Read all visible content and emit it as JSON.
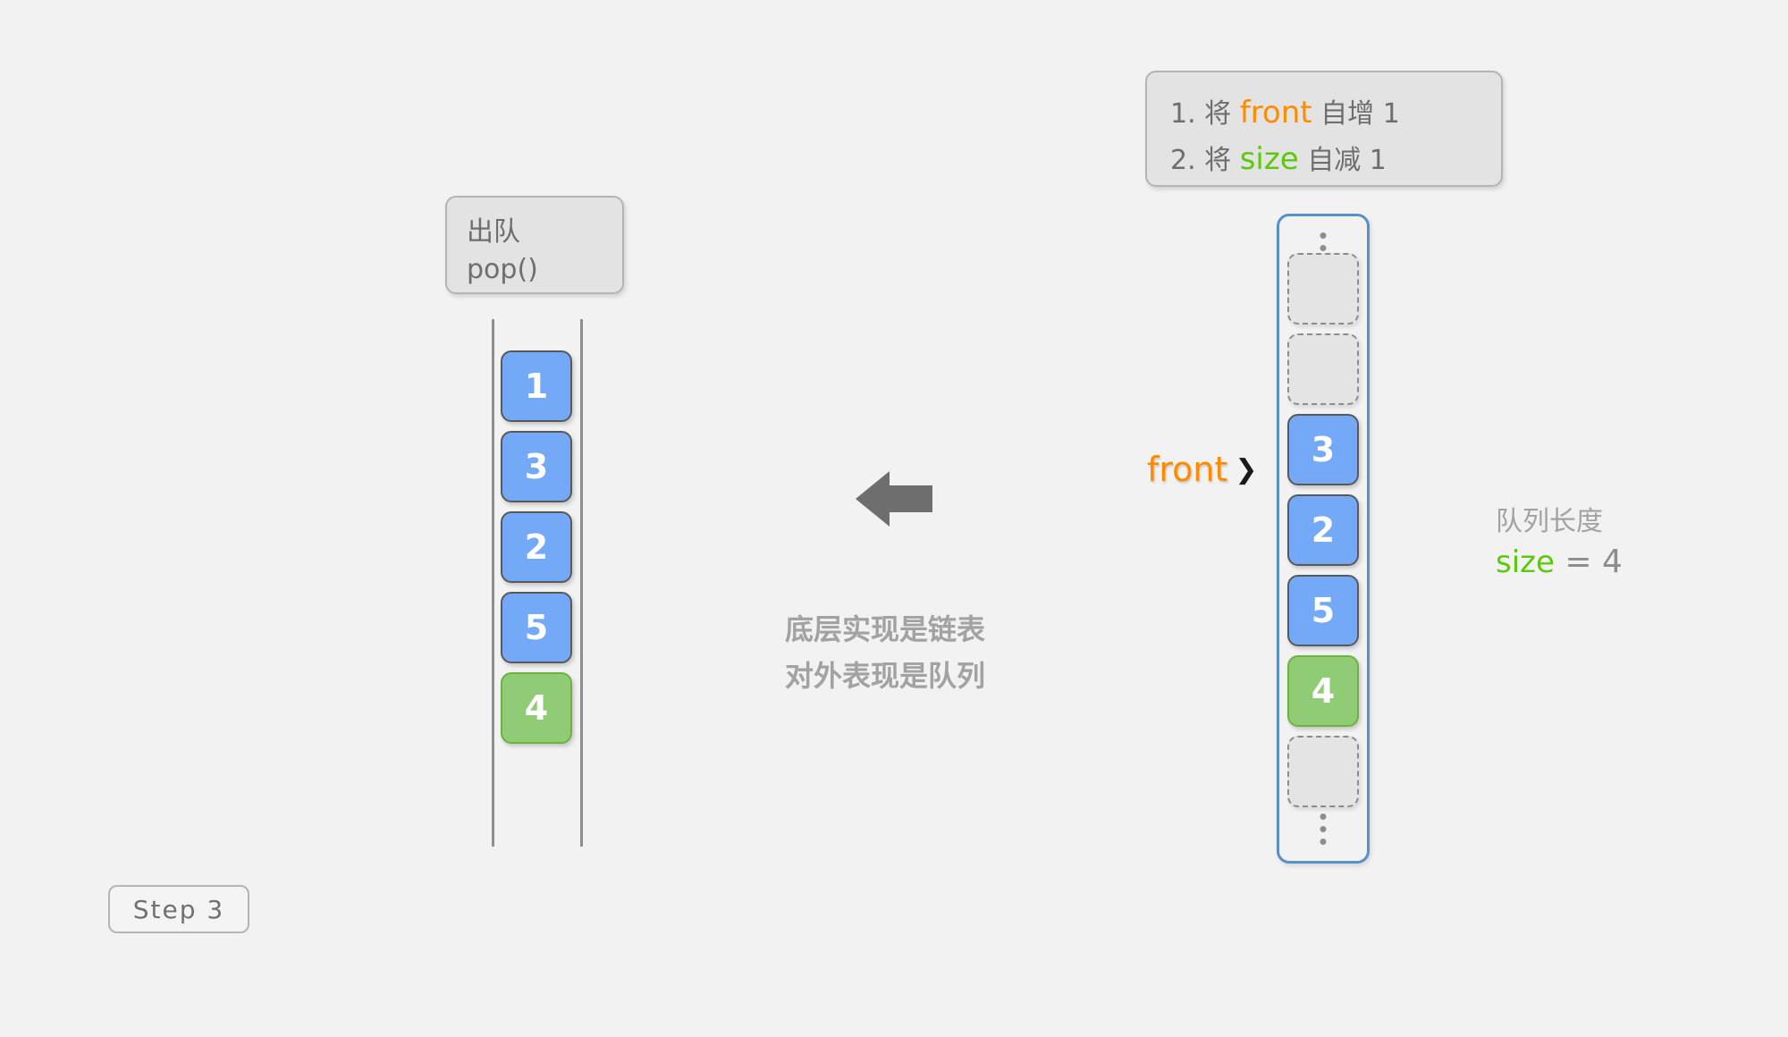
{
  "background_color": "#f2f2f2",
  "palette": {
    "blue_cell": "#74a9f7",
    "green_cell": "#90cc75",
    "empty_cell": "#e4e4e4",
    "front_orange": "#ff8c00",
    "size_green": "#5cc90c",
    "container_border": "#5b8fc9",
    "muted_text": "#a2a2a2",
    "body_text": "#6e6e6e"
  },
  "left_panel": {
    "label": {
      "line1": "出队",
      "line2": "pop()"
    },
    "cells": [
      {
        "value": "1",
        "kind": "blue"
      },
      {
        "value": "3",
        "kind": "blue"
      },
      {
        "value": "2",
        "kind": "blue"
      },
      {
        "value": "5",
        "kind": "blue"
      },
      {
        "value": "4",
        "kind": "green"
      }
    ]
  },
  "center": {
    "arrow_direction": "left",
    "note_line1": "底层实现是链表",
    "note_line2": "对外表现是队列"
  },
  "right_panel": {
    "instructions": {
      "item1_prefix": "1. 将",
      "item1_keyword": "front",
      "item1_suffix": "自增 1",
      "item2_prefix": "2. 将",
      "item2_keyword": "size",
      "item2_suffix": "自减 1"
    },
    "pointer": {
      "label": "front",
      "chevron": "❯"
    },
    "size_readout": {
      "caption": "队列长度",
      "keyword": "size",
      "value": "= 4"
    },
    "queue_slots": [
      {
        "kind": "dots"
      },
      {
        "kind": "empty",
        "value": ""
      },
      {
        "kind": "empty",
        "value": ""
      },
      {
        "kind": "blue",
        "value": "3"
      },
      {
        "kind": "blue",
        "value": "2"
      },
      {
        "kind": "blue",
        "value": "5"
      },
      {
        "kind": "green",
        "value": "4"
      },
      {
        "kind": "empty",
        "value": ""
      },
      {
        "kind": "dots"
      }
    ]
  },
  "step_badge": {
    "label": "Step 3"
  }
}
